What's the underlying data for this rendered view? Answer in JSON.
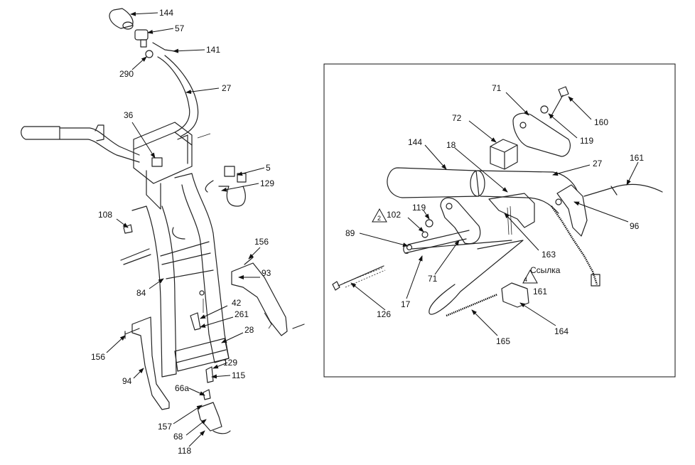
{
  "main_labels": [
    "144",
    "57",
    "141",
    "290",
    "27",
    "36",
    "5",
    "129",
    "108",
    "156",
    "93",
    "84",
    "42",
    "261",
    "28",
    "156",
    "129",
    "115",
    "94",
    "66a",
    "157",
    "68",
    "118"
  ],
  "inset_labels": [
    "71",
    "160",
    "72",
    "119",
    "144",
    "18",
    "27",
    "161",
    "119",
    "102",
    "89",
    "96",
    "163",
    "Ссылка",
    "161",
    "126",
    "17",
    "71",
    "164",
    "165"
  ],
  "warning_marks": [
    "2",
    "4"
  ]
}
